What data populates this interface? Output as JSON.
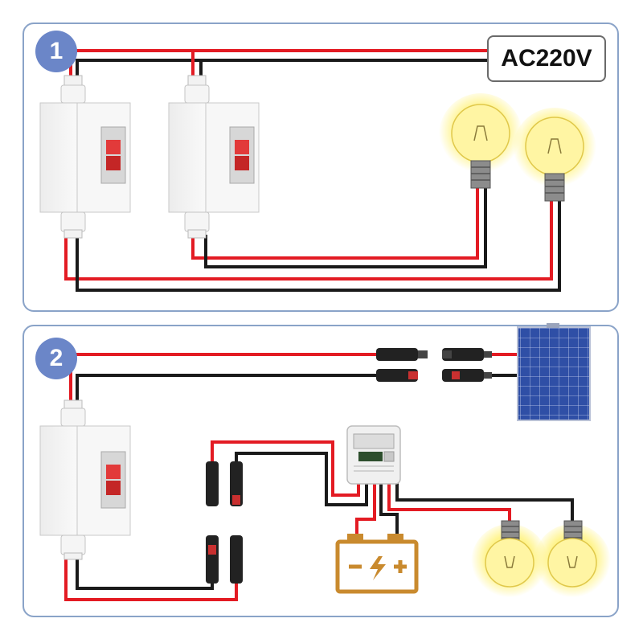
{
  "panel1": {
    "number": "1",
    "voltage_label": "AC220V"
  },
  "panel2": {
    "number": "2"
  },
  "colors": {
    "positive_wire": "#e31b23",
    "negative_wire": "#1a1a1a",
    "badge": "#6b86c8",
    "panel_border": "#8aa3c8",
    "battery": "#c98a2e",
    "bulb_glow": "#fff27a",
    "solar_panel": "#2c4a9c"
  },
  "icons": [
    "circuit-breaker-box",
    "light-bulb",
    "solar-panel",
    "mc4-connector",
    "charge-controller",
    "battery"
  ]
}
